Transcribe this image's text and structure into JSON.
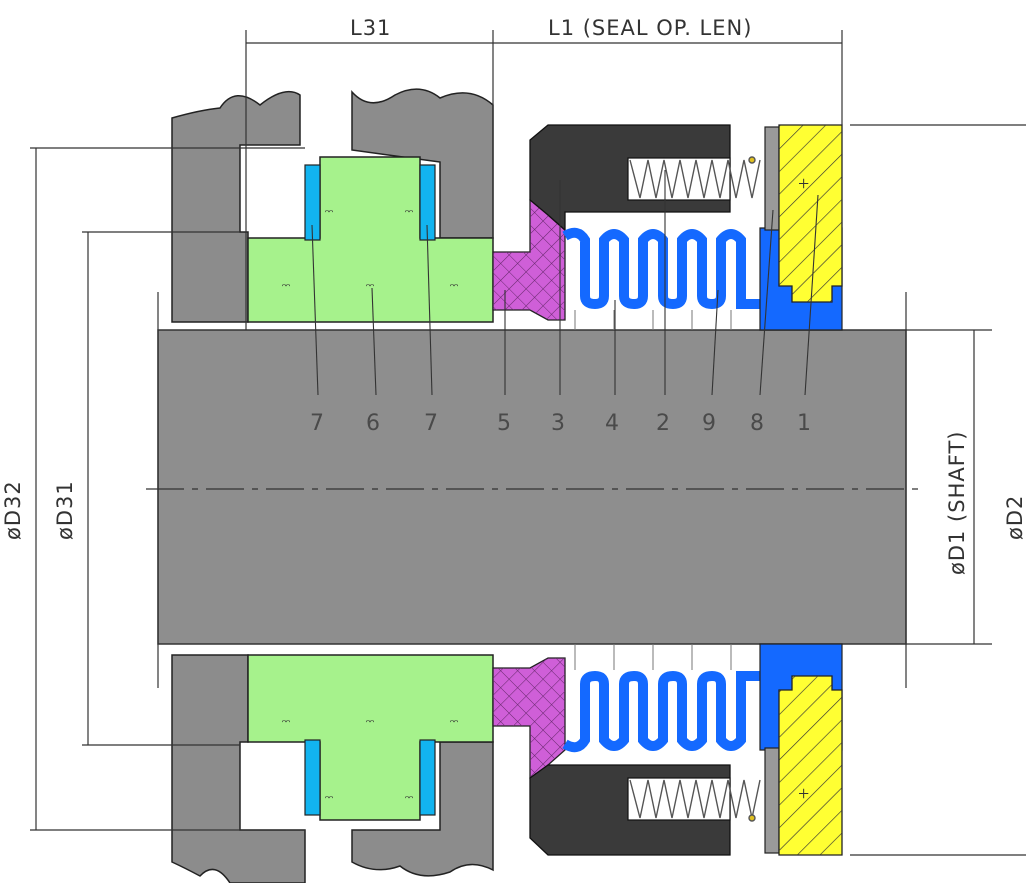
{
  "dimensions": {
    "L31": "L31",
    "L1": "L1 (SEAL OP. LEN)",
    "D32": "øD32",
    "D31": "øD31",
    "D1": "øD1 (SHAFT)",
    "D2": "øD2"
  },
  "part_numbers": [
    "7",
    "6",
    "7",
    "5",
    "3",
    "4",
    "2",
    "9",
    "8",
    "1"
  ],
  "colors": {
    "housing": "#8c8c8c",
    "shaft": "#8e8e8e",
    "seat_insert": "#a6f28c",
    "o_ring": "#12b4f0",
    "bellows": "#1469ff",
    "collar": "#cf5fd8",
    "retainer": "#3a3a3a",
    "seal_face": "#ffff33",
    "spring": "#dcdcdc"
  }
}
